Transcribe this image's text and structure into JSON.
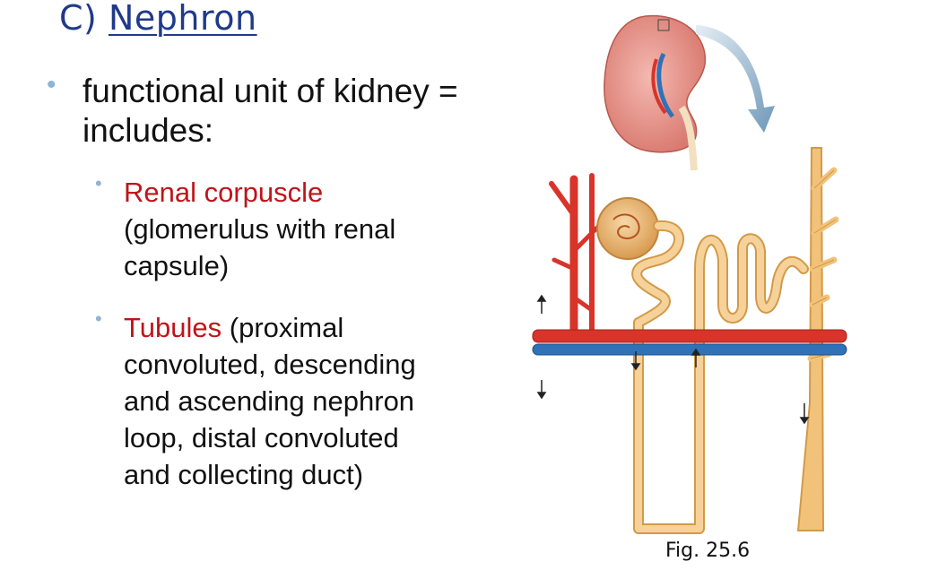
{
  "slide": {
    "title_prefix": "C)",
    "title_link": "Nephron",
    "bullet1": {
      "line1": "functional unit of kidney =",
      "line2": "includes:"
    },
    "sub1": {
      "red": "Renal corpuscle",
      "line2": "(glomerulus with renal",
      "line3": "capsule)"
    },
    "sub2": {
      "red": "Tubules",
      "line1_rest": " (proximal",
      "line2": "convoluted, descending",
      "line3": "and ascending nephron",
      "line4": "loop, distal convoluted",
      "line5": "and collecting duct)"
    },
    "caption": "Fig. 25.6"
  },
  "colors": {
    "title": "#1f3a8a",
    "bullet_dot": "#8fb5d6",
    "red_text": "#c0141a",
    "artery": "#d8342a",
    "vein": "#2f72b8",
    "tubule": "#f2c27a",
    "tubule_outline": "#d29a48"
  }
}
